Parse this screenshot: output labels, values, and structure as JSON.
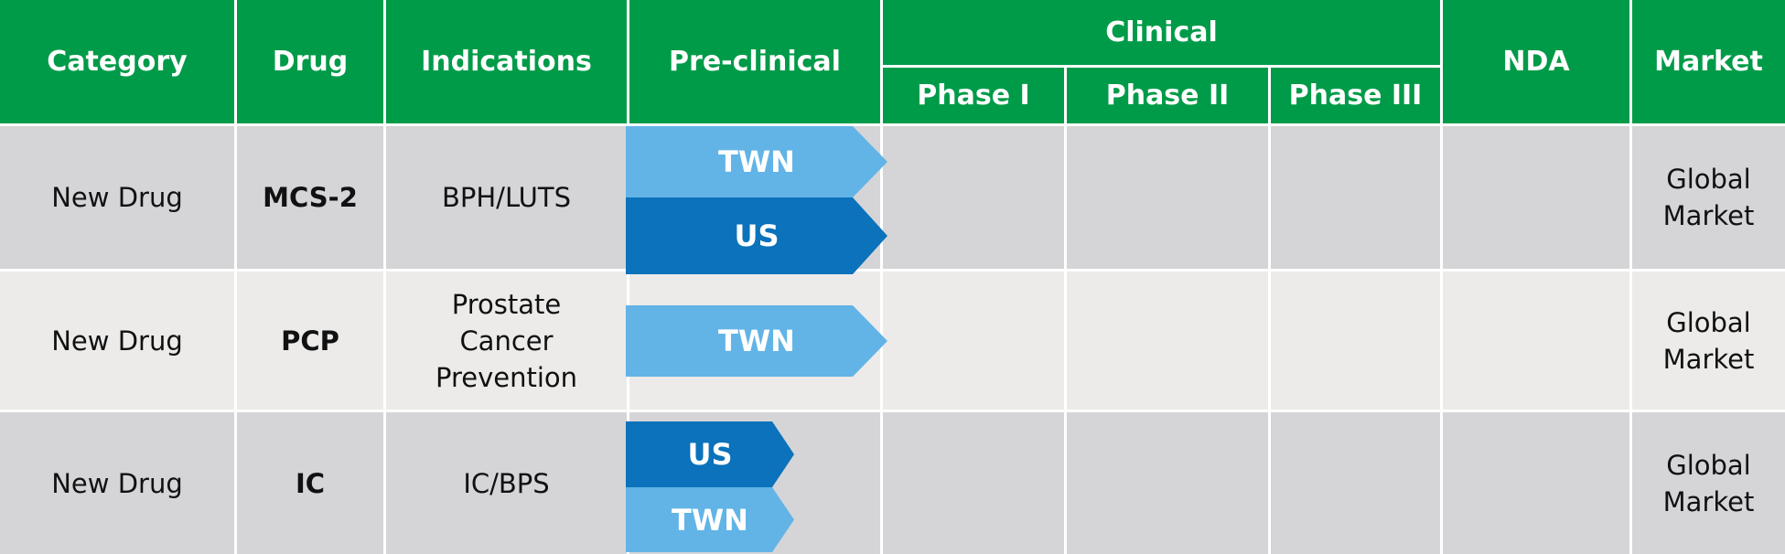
{
  "colors": {
    "header": "#009B48",
    "row_dark": "#D5D5D8",
    "row_light": "#ECEBEA",
    "twn_arrow": "#62B4E6",
    "us_arrow": "#0B72BB"
  },
  "header": {
    "category": "Category",
    "drug": "Drug",
    "indications": "Indications",
    "preclinical": "Pre-clinical",
    "clinical": "Clinical",
    "phase1": "Phase I",
    "phase2": "Phase II",
    "phase3": "Phase III",
    "nda": "NDA",
    "market": "Market"
  },
  "rows": [
    {
      "category": "New Drug",
      "drug": "MCS-2",
      "indications": "BPH/LUTS",
      "market": "Global Market",
      "arrows": [
        {
          "label": "TWN",
          "stage": "Pre-clinical"
        },
        {
          "label": "US",
          "stage": "Pre-clinical"
        }
      ]
    },
    {
      "category": "New Drug",
      "drug": "PCP",
      "indications": "Prostate Cancer Prevention",
      "market": "Global Market",
      "arrows": [
        {
          "label": "TWN",
          "stage": "Pre-clinical"
        }
      ]
    },
    {
      "category": "New Drug",
      "drug": "IC",
      "indications": "IC/BPS",
      "market": "Global Market",
      "arrows": [
        {
          "label": "US",
          "stage": "Pre-clinical"
        },
        {
          "label": "TWN",
          "stage": "Pre-clinical"
        }
      ]
    }
  ]
}
